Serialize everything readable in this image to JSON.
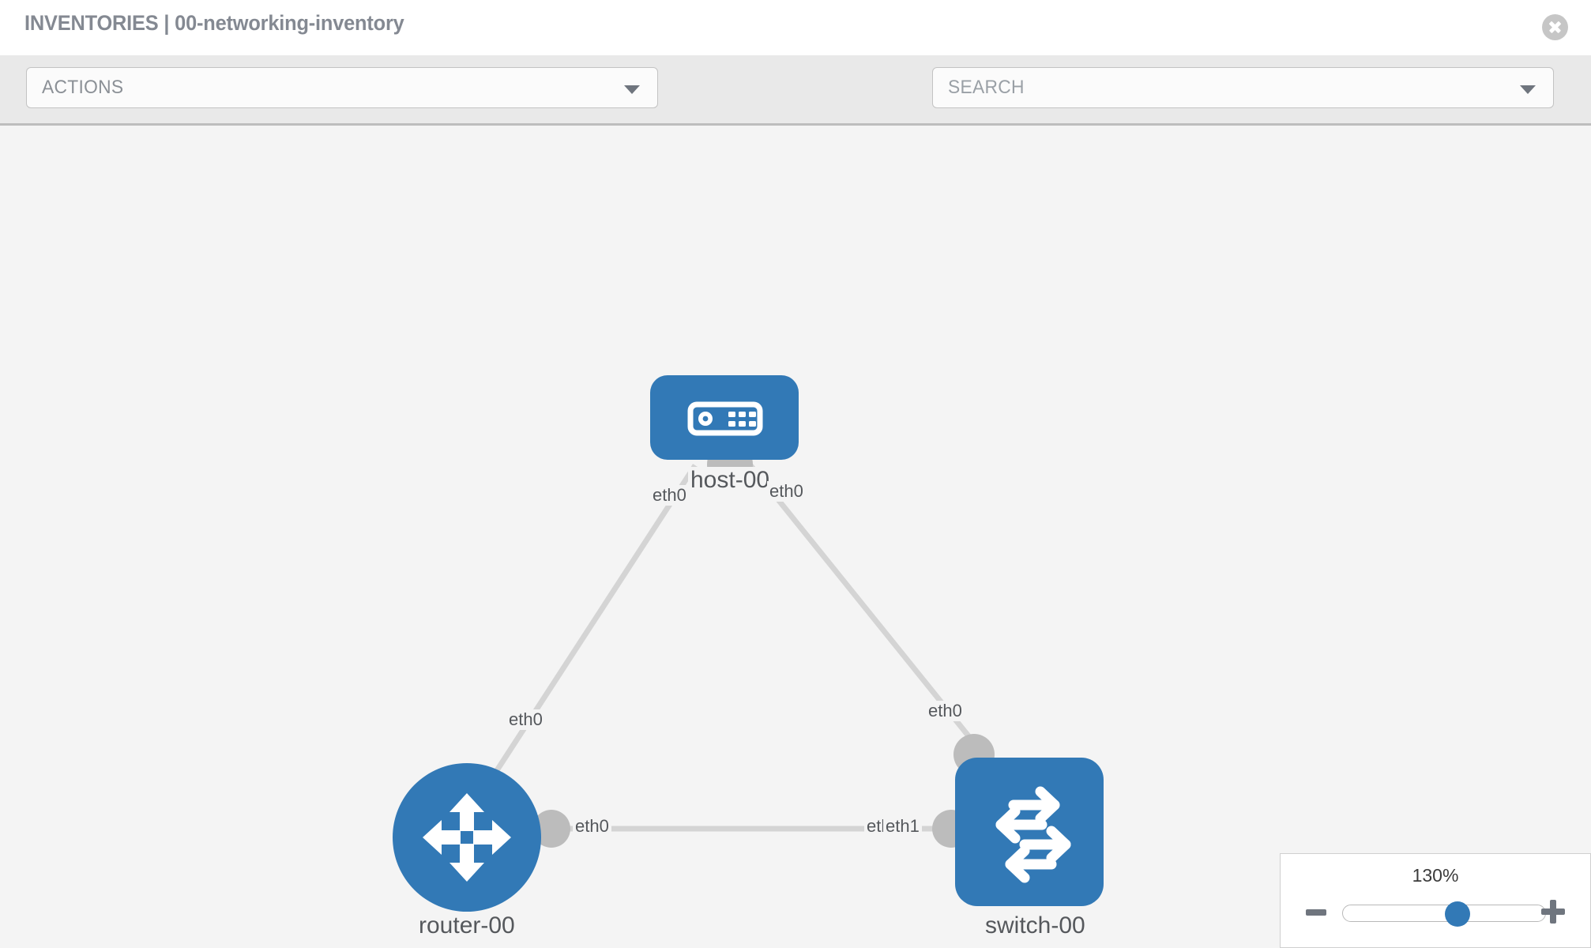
{
  "header": {
    "title": "INVENTORIES | 00-networking-inventory",
    "close_icon": "close-circle-icon"
  },
  "toolbar": {
    "actions": {
      "label": "ACTIONS",
      "caret_icon": "chevron-down-icon"
    },
    "wrench_icon": "wrench-icon",
    "key_icon": "key-icon",
    "search": {
      "placeholder": "SEARCH",
      "value": "SEARCH",
      "caret_icon": "chevron-down-icon"
    }
  },
  "topology": {
    "nodes": [
      {
        "id": "host-00",
        "label": "host-00",
        "type": "host",
        "icon": "server-icon",
        "color": "#3279b6"
      },
      {
        "id": "router-00",
        "label": "router-00",
        "type": "router",
        "icon": "router-arrows-icon",
        "color": "#3279b6"
      },
      {
        "id": "switch-00",
        "label": "switch-00",
        "type": "switch",
        "icon": "switch-arrows-icon",
        "color": "#3279b6"
      }
    ],
    "interface_labels": {
      "host_left": "eth0",
      "host_right": "eth0",
      "router_uplink": "eth0",
      "switch_uplink": "eth0",
      "router_port": "eth0",
      "switch_port_a": "eth0",
      "switch_port_b": "eth1"
    },
    "links": [
      {
        "from": "router-00",
        "to": "host-00",
        "from_if": "eth0",
        "to_if": "eth0"
      },
      {
        "from": "host-00",
        "to": "switch-00",
        "from_if": "eth0",
        "to_if": "eth0"
      },
      {
        "from": "router-00",
        "to": "switch-00",
        "from_if": "eth0",
        "to_if": "eth1"
      }
    ],
    "link_color": "#d4d4d4",
    "port_color": "#bcbcbc"
  },
  "zoom_control": {
    "value": "130%",
    "minus_label": "zoom-out",
    "plus_label": "zoom-in",
    "thumb_position_pct": 57
  }
}
